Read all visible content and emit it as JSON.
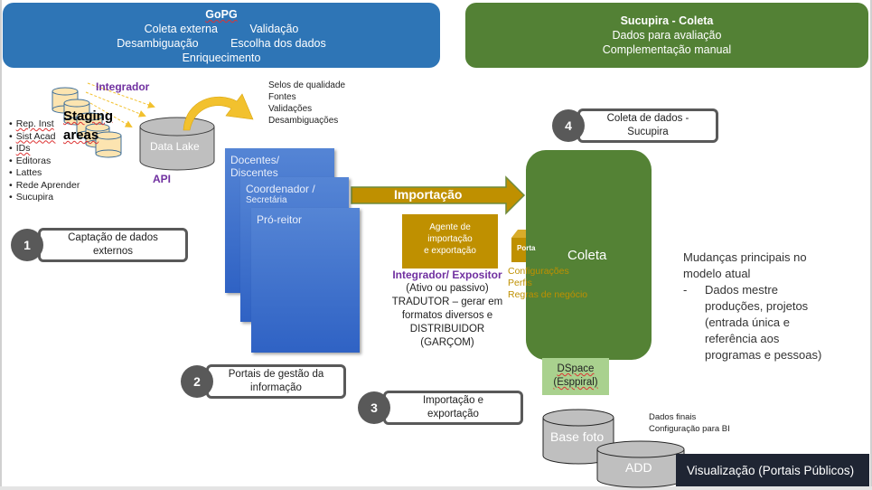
{
  "gopg_banner": {
    "title": "GoPG",
    "row1": [
      "Coleta externa",
      "Validação"
    ],
    "row2": [
      "Desambiguação",
      "Escolha dos dados"
    ],
    "row3": "Enriquecimento",
    "color": "#2e75b6"
  },
  "sucupira_banner": {
    "title": "Sucupira - Coleta",
    "line1": "Dados para avaliação",
    "line2": "Complementação manual",
    "color": "#538135"
  },
  "sources": {
    "items": [
      "Rep. Inst",
      "Sist Acad",
      "IDs",
      "Editoras",
      "Lattes",
      "Rede Aprender",
      "Sucupira"
    ]
  },
  "staging": {
    "label_line1": "Staging",
    "label_line2": "areas"
  },
  "integrador_label": "Integrador",
  "data_lake": {
    "label": "Data Lake",
    "api_label": "API"
  },
  "quality": {
    "items": [
      "Selos de qualidade",
      "Fontes",
      "Validações",
      "Desambiguações"
    ]
  },
  "portals": {
    "cards": [
      "Docentes/ Discentes",
      "Coordenador /",
      "Secretária",
      "Pró-reitor"
    ]
  },
  "import_arrow": {
    "label": "Importação"
  },
  "agent": {
    "lines": [
      "Agente de",
      "importação",
      "e exportação"
    ],
    "role": "Integrador/ Expositor",
    "desc": [
      "(Ativo ou passivo)",
      "TRADUTOR – gerar em",
      "formatos diversos  e",
      "DISTRIBUIDOR",
      "(GARÇOM)"
    ]
  },
  "porta": {
    "label": "Porta",
    "items": [
      "Configurações",
      "Perfis",
      "Regras de negócio"
    ]
  },
  "coleta": {
    "label": "Coleta"
  },
  "dspace": {
    "line1": "DSpace",
    "line2": "(Esppiral)"
  },
  "steps": [
    {
      "num": "1",
      "line1": "Captação de dados",
      "line2": "externos"
    },
    {
      "num": "2",
      "line1": "Portais de gestão da",
      "line2": "informação"
    },
    {
      "num": "3",
      "line1": "Importação  e",
      "line2": "exportação"
    },
    {
      "num": "4",
      "line1": "Coleta de dados -",
      "line2": "Sucupira"
    }
  ],
  "notes": {
    "title_line1": "Mudanças principais no",
    "title_line2": "modelo atual",
    "bullet_dash": "-",
    "bullet_lines": [
      "Dados mestre",
      "produções, projetos",
      "(entrada única e",
      "referência aos",
      "programas e pessoas)"
    ]
  },
  "databases": {
    "base_foto": "Base foto",
    "add": "ADD",
    "notes": [
      "Dados finais",
      "Configuração para BI"
    ]
  },
  "visualization": {
    "label": "Visualização (Portais Públicos)"
  }
}
